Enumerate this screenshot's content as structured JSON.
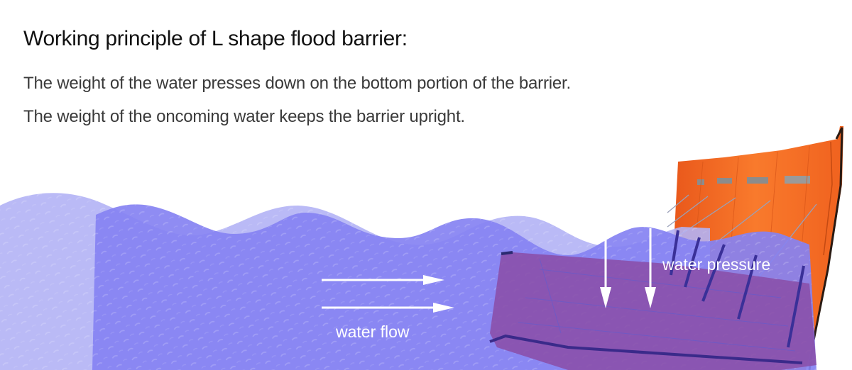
{
  "header": {
    "title": "Working principle of L shape flood barrier:",
    "lines": [
      "The weight of the water presses down on the bottom portion of the barrier.",
      "The weight of the oncoming water keeps the barrier upright."
    ]
  },
  "diagram": {
    "labels": {
      "water_flow": "water flow",
      "water_pressure": "water pressure"
    },
    "arrows": {
      "flow_direction": "right",
      "flow_count": 2,
      "pressure_direction": "down",
      "pressure_count": 2
    },
    "colors": {
      "water_light": "#b3b3f5",
      "water_mid": "#8a87f2",
      "water_deep": "#7b76ef",
      "barrier_orange": "#f56a22",
      "barrier_submerged": "#8a4fa8",
      "arrow": "#ffffff",
      "title_text": "#111111",
      "body_text": "#3a3a3a"
    }
  }
}
